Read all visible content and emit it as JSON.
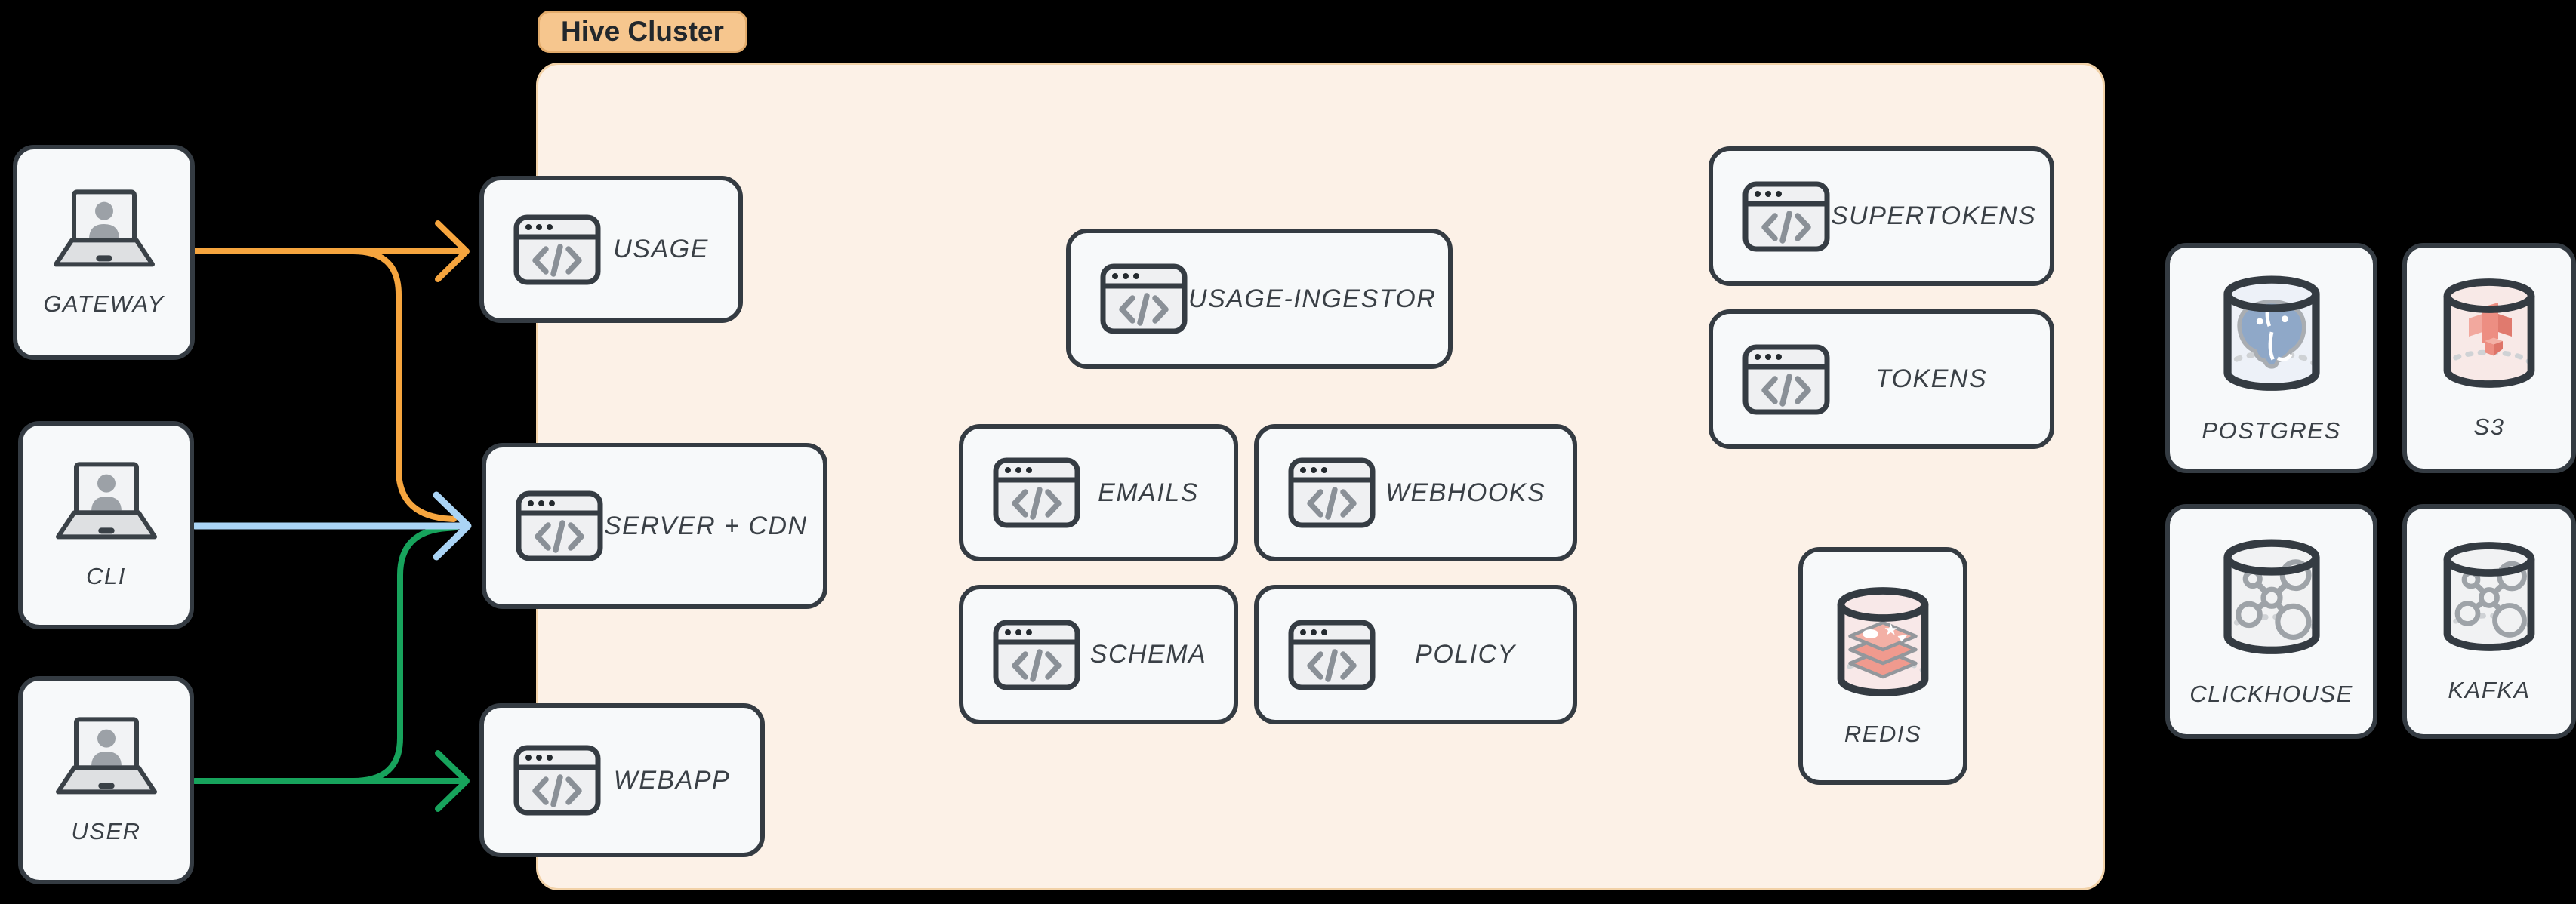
{
  "title_badge": "Hive Cluster",
  "sources": {
    "gateway": {
      "label": "GATEWAY"
    },
    "cli": {
      "label": "CLI"
    },
    "user": {
      "label": "USER"
    }
  },
  "services": {
    "usage": {
      "label": "USAGE"
    },
    "server_cdn": {
      "label": "SERVER + CDN"
    },
    "webapp": {
      "label": "WEBAPP"
    },
    "usage_ingestor": {
      "label": "USAGE-INGESTOR"
    },
    "emails": {
      "label": "EMAILS"
    },
    "webhooks": {
      "label": "WEBHOOKS"
    },
    "schema": {
      "label": "SCHEMA"
    },
    "policy": {
      "label": "POLICY"
    },
    "supertokens": {
      "label": "SUPERTOKENS"
    },
    "tokens": {
      "label": "TOKENS"
    }
  },
  "datastores": {
    "redis": {
      "label": "REDIS"
    },
    "postgres": {
      "label": "POSTGRES"
    },
    "s3": {
      "label": "S3"
    },
    "clickhouse": {
      "label": "CLICKHOUSE"
    },
    "kafka": {
      "label": "KAFKA"
    }
  },
  "edges": [
    {
      "from": "GATEWAY",
      "to": "USAGE",
      "color_key": "edge_orange"
    },
    {
      "from": "GATEWAY",
      "to": "SERVER + CDN",
      "color_key": "edge_orange"
    },
    {
      "from": "CLI",
      "to": "SERVER + CDN",
      "color_key": "edge_blue"
    },
    {
      "from": "USER",
      "to": "WEBAPP",
      "color_key": "edge_green"
    },
    {
      "from": "USER",
      "to": "SERVER + CDN",
      "color_key": "edge_green"
    }
  ],
  "colors": {
    "background": "#000000",
    "cluster_bg": "#FCF1E7",
    "cluster_border": "#F2D2A8",
    "badge_bg": "#F6C68E",
    "badge_border": "#E2AB6B",
    "node_bg": "#F7F9FA",
    "node_border": "#343B42",
    "label_text": "#3A4046",
    "icon_gray": "#8A9097",
    "edge_orange": "#F6A53E",
    "edge_blue": "#AAD4F5",
    "edge_green": "#17A35C",
    "redis_fill": "#F8E8E8",
    "redis_logo": "#F09A8E",
    "postgres_fill": "#EDF1F8",
    "postgres_logo": "#8FA8C8",
    "s3_fill": "#F8E9E7",
    "s3_logo": "#ED8E83",
    "neutral_db_fill": "#F1F2F3",
    "neutral_db_logo": "#9EA3A8"
  }
}
